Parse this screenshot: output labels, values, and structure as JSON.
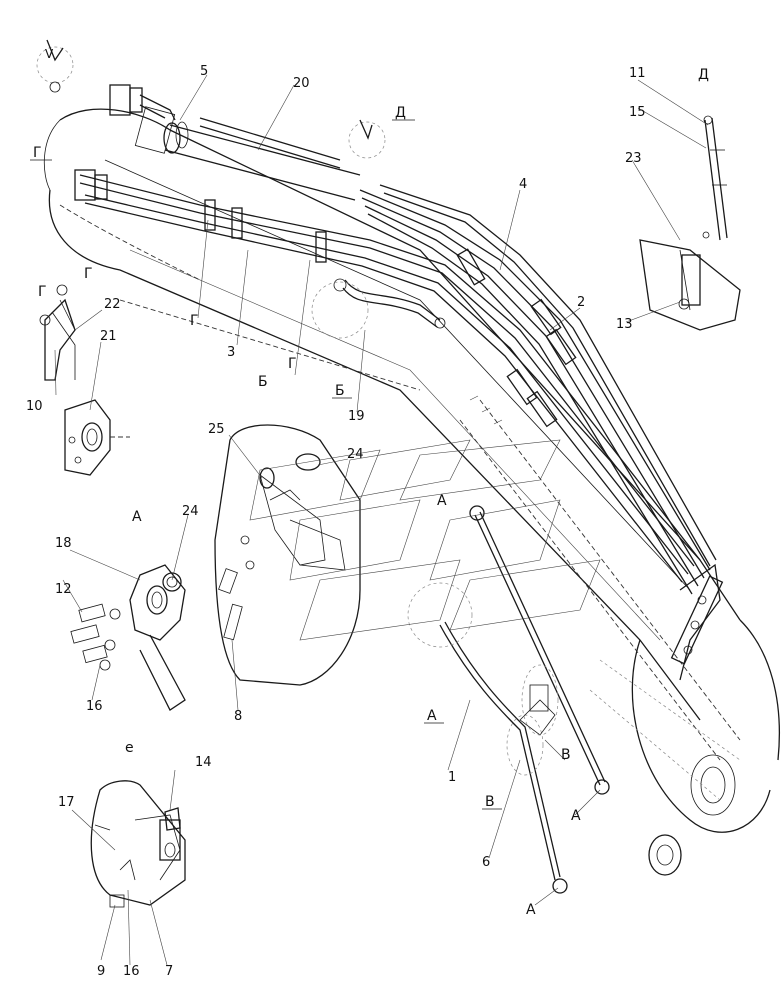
{
  "callouts": {
    "n1": "1",
    "n2": "2",
    "n3": "3",
    "n4": "4",
    "n5": "5",
    "n6": "6",
    "n7": "7",
    "n8": "8",
    "n9": "9",
    "n10": "10",
    "n11": "11",
    "n12": "12",
    "n13": "13",
    "n14": "14",
    "n15": "15",
    "n16a": "16",
    "n16b": "16",
    "n17": "17",
    "n18": "18",
    "n19": "19",
    "n20": "20",
    "n21": "21",
    "n22": "22",
    "n23": "23",
    "n24a": "24",
    "n24b": "24",
    "n25": "25"
  },
  "view_labels": {
    "g_box": "Г",
    "g_a": "Г",
    "g_b": "Г",
    "g_c": "Г",
    "g_d": "Г",
    "d_box": "Д",
    "d_title": "Д",
    "b_box": "Б",
    "b_title": "Б",
    "a_title": "А",
    "a_box": "А",
    "a1": "А",
    "a2": "А",
    "a3": "А",
    "v_box": "В",
    "v1": "В",
    "e_title": "е",
    "v_mark": "V"
  }
}
